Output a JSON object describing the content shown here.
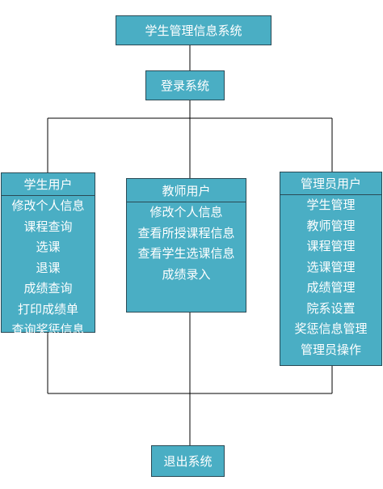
{
  "diagram": {
    "title": "学生管理信息系统",
    "login": "登录系统",
    "exit": "退出系统",
    "student": {
      "title": "学生用户",
      "items": [
        "修改个人信息",
        "课程查询",
        "选课",
        "退课",
        "成绩查询",
        "打印成绩单",
        "查询奖惩信息"
      ]
    },
    "teacher": {
      "title": "教师用户",
      "items": [
        "修改个人信息",
        "查看所授课程信息",
        "查看学生选课信息",
        "成绩录入"
      ]
    },
    "admin": {
      "title": "管理员用户",
      "items": [
        "学生管理",
        "教师管理",
        "课程管理",
        "选课管理",
        "成绩管理",
        "院系设置",
        "奖惩信息管理",
        "管理员操作"
      ]
    },
    "colors": {
      "box_fill": "#4aaec4",
      "box_border": "#2a4a55",
      "connector": "#000000",
      "text": "#ffffff"
    }
  }
}
